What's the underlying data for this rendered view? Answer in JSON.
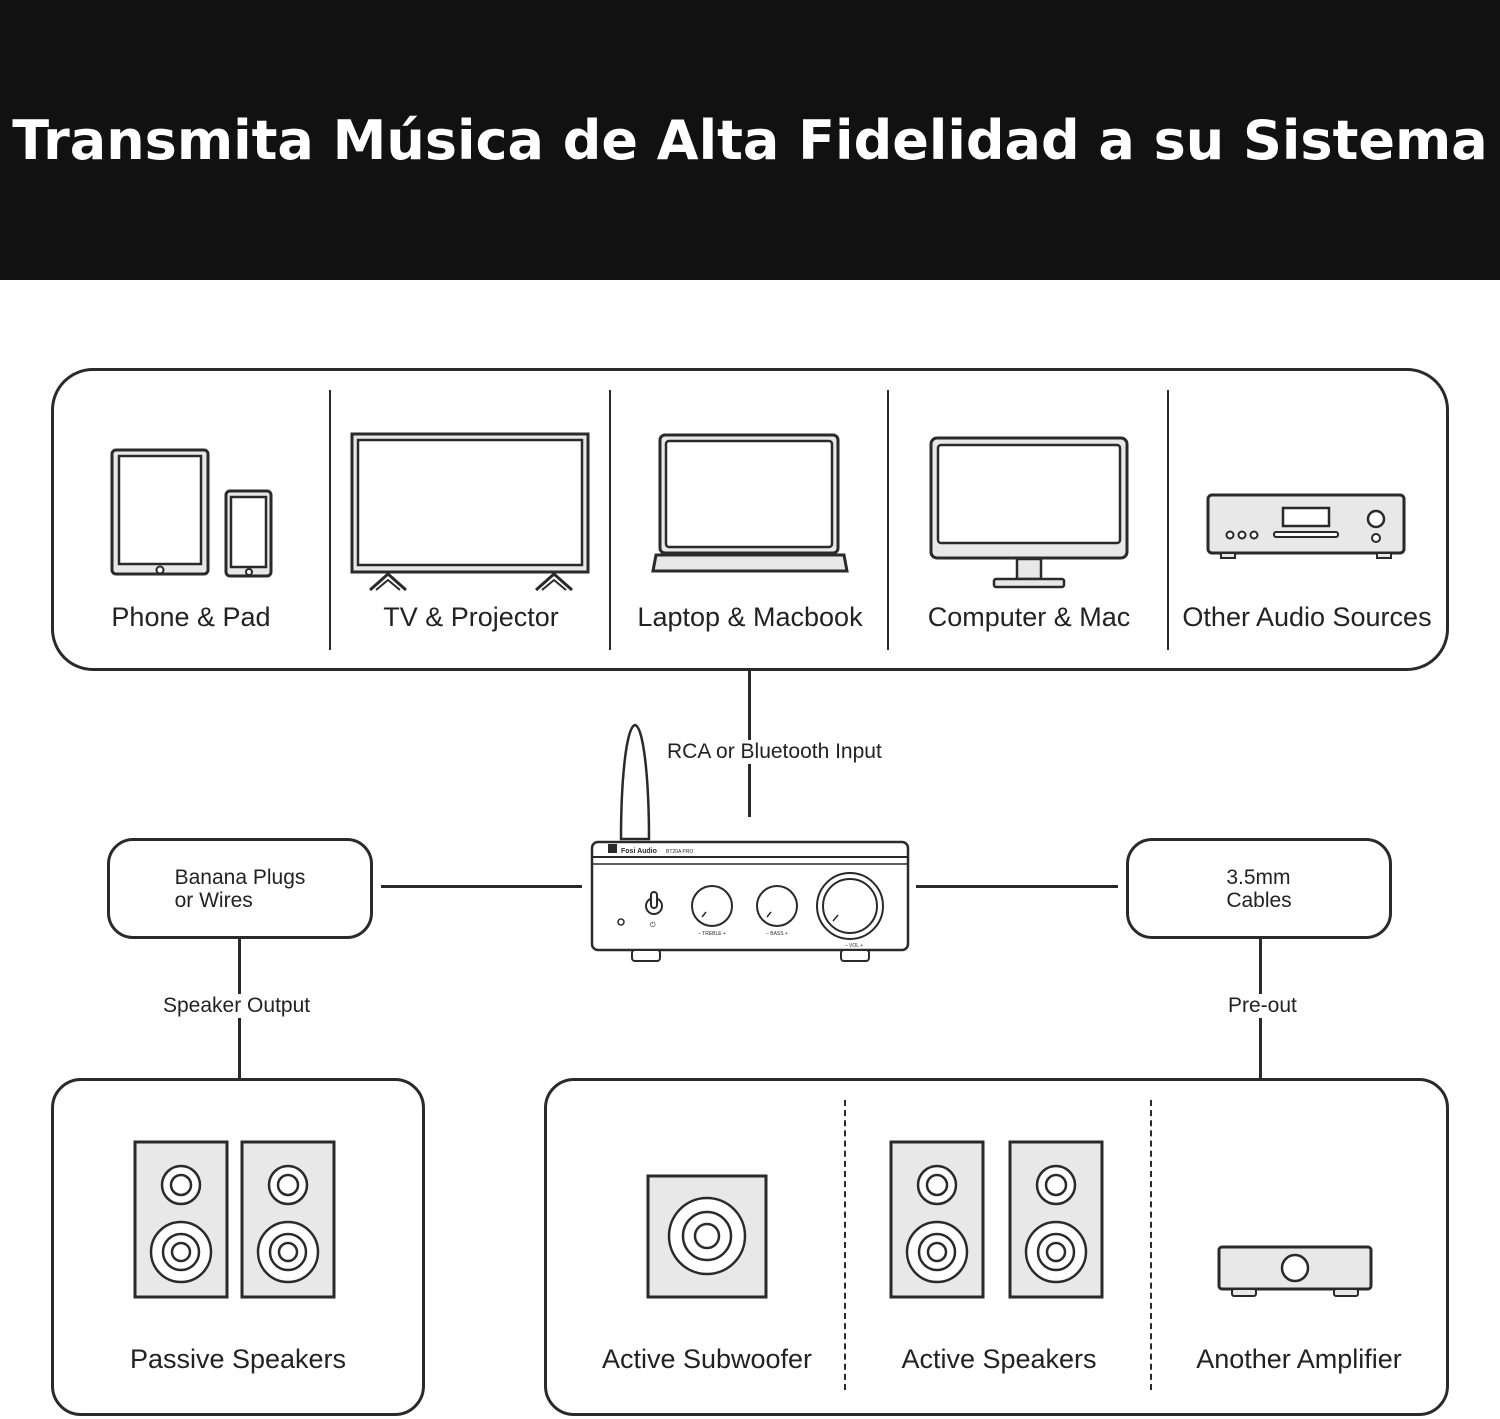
{
  "header": {
    "title": "Transmita Música de Alta Fidelidad a su Sistema"
  },
  "sources": [
    {
      "label": "Phone & Pad",
      "icon": "phone-tablet-icon"
    },
    {
      "label": "TV & Projector",
      "icon": "tv-icon"
    },
    {
      "label": "Laptop & Macbook",
      "icon": "laptop-icon"
    },
    {
      "label": "Computer & Mac",
      "icon": "monitor-icon"
    },
    {
      "label": "Other Audio Sources",
      "icon": "audio-player-icon"
    }
  ],
  "connections": {
    "input": "RCA or Bluetooth Input",
    "speaker_output": "Speaker Output",
    "pre_out": "Pre-out"
  },
  "cables": {
    "left": "Banana Plugs\nor Wires",
    "right": "3.5mm\nCables"
  },
  "amplifier": {
    "brand": "Fosi Audio",
    "model": "BT20A PRO",
    "knob_treble": "– TREBLE +",
    "knob_bass": "– BASS +",
    "knob_vol": "– VOL +"
  },
  "outputs": {
    "passive": "Passive Speakers",
    "subwoofer": "Active Subwoofer",
    "active": "Active Speakers",
    "amplifier": "Another Amplifier"
  },
  "colors": {
    "header_bg": "#121112",
    "stroke": "#2a2a2a",
    "fill": "#e8e8e8"
  }
}
